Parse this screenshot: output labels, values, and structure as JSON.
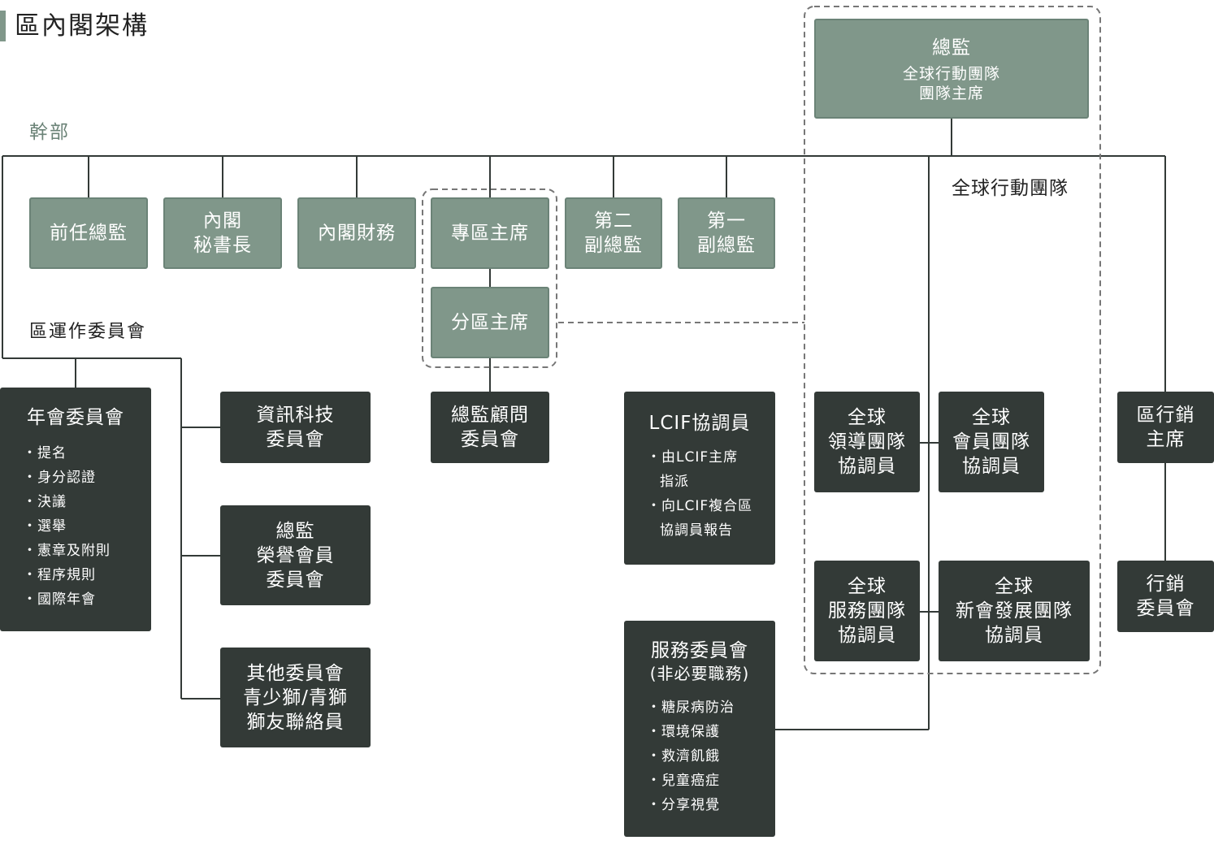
{
  "page_title": "區內閣架構",
  "labels": {
    "cadre": "幹部",
    "district_ops": "區運作委員會",
    "global_action_team": "全球行動團隊"
  },
  "governor": {
    "title": "總監",
    "sub": [
      "全球行動團隊",
      "團隊主席"
    ]
  },
  "officers": [
    {
      "lines": [
        "前任總監"
      ]
    },
    {
      "lines": [
        "內閣",
        "秘書長"
      ]
    },
    {
      "lines": [
        "內閣財務"
      ]
    },
    {
      "lines": [
        "專區主席"
      ]
    },
    {
      "lines": [
        "第二",
        "副總監"
      ]
    },
    {
      "lines": [
        "第一",
        "副總監"
      ]
    }
  ],
  "zone_chair": {
    "lines": [
      "分區主席"
    ]
  },
  "convention": {
    "title": "年會委員會",
    "items": [
      "提名",
      "身分認證",
      "決議",
      "選舉",
      "憲章及附則",
      "程序規則",
      "國際年會"
    ]
  },
  "committees": [
    {
      "lines": [
        "資訊科技",
        "委員會"
      ]
    },
    {
      "lines": [
        "總監",
        "榮譽會員",
        "委員會"
      ]
    },
    {
      "lines": [
        "其他委員會",
        "青少獅/青獅",
        "獅友聯絡員"
      ]
    }
  ],
  "advisory": {
    "lines": [
      "總監顧問",
      "委員會"
    ]
  },
  "lcif": {
    "title": "LCIF協調員",
    "items": [
      [
        "由LCIF主席",
        "指派"
      ],
      [
        "向LCIF複合區",
        "協調員報告"
      ]
    ]
  },
  "service": {
    "title": [
      "服務委員會",
      "(非必要職務)"
    ],
    "items": [
      "糖尿病防治",
      "環境保護",
      "救濟飢餓",
      "兒童癌症",
      "分享視覺"
    ]
  },
  "gat_coordinators": [
    {
      "lines": [
        "全球",
        "領導團隊",
        "協調員"
      ]
    },
    {
      "lines": [
        "全球",
        "會員團隊",
        "協調員"
      ]
    },
    {
      "lines": [
        "全球",
        "服務團隊",
        "協調員"
      ]
    },
    {
      "lines": [
        "全球",
        "新會發展團隊",
        "協調員"
      ]
    }
  ],
  "marketing_chair": {
    "lines": [
      "區行銷",
      "主席"
    ]
  },
  "marketing_committee": {
    "lines": [
      "行銷",
      "委員會"
    ]
  },
  "colors": {
    "green": "#80978a",
    "dark": "#333a37",
    "line": "#333a37",
    "accent_bar": "#80978a",
    "label_green": "#6b8377"
  }
}
